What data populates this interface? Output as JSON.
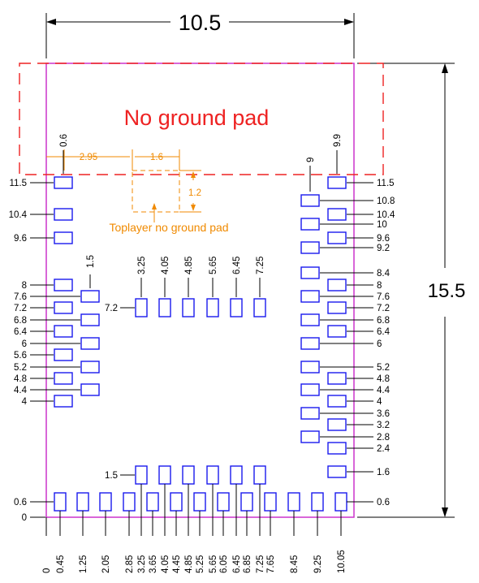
{
  "title": "No ground pad",
  "toplayer_note": "Toplayer no ground pad",
  "overall_width": "10.5",
  "overall_height": "15.5",
  "colors": {
    "outline": "#cc33cc",
    "keepout": "#ee2222",
    "pad": "#1a1aee",
    "note": "#f08a00",
    "dimension": "#000000"
  },
  "notes": {
    "offset_x": "2.95",
    "width": "1.6",
    "height": "1.2"
  },
  "top_labels": {
    "left_col_x": "0.6",
    "right_col_x": "9.9",
    "inner_left_x": "1.5",
    "inner_right_x": "9"
  },
  "center_labels": [
    "3.25",
    "4.05",
    "4.85",
    "5.65",
    "6.45",
    "7.25"
  ],
  "center_row_y": "7.2",
  "bottom_row_y": "1.5",
  "left_y_labels": [
    "11.5",
    "10.4",
    "9.6",
    "8",
    "7.6",
    "7.2",
    "6.8",
    "6.4",
    "6",
    "5.6",
    "5.2",
    "4.8",
    "4.4",
    "4",
    "0.6",
    "0"
  ],
  "right_y_labels": [
    "11.5",
    "10.8",
    "10.4",
    "10",
    "9.6",
    "9.2",
    "8.4",
    "8",
    "7.6",
    "7.2",
    "6.8",
    "6.4",
    "6",
    "5.2",
    "4.8",
    "4.4",
    "4",
    "3.6",
    "3.2",
    "2.8",
    "2.4",
    "1.6",
    "0.6"
  ],
  "bottom_x_labels": [
    "0",
    "0.45",
    "1.25",
    "2.05",
    "2.85",
    "3.25",
    "3.65",
    "4.05",
    "4.45",
    "4.85",
    "5.25",
    "5.65",
    "6.05",
    "6.45",
    "6.85",
    "7.25",
    "7.65",
    "8.45",
    "9.25",
    "10.05"
  ]
}
